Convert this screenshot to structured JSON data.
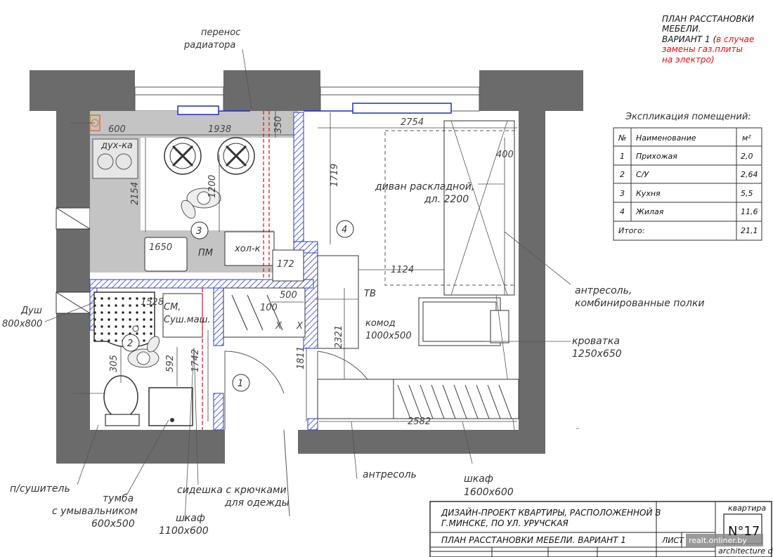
{
  "title": {
    "line1": "ПЛАН РАССТАНОВКИ",
    "line2": "МЕБЕЛИ.",
    "line3_prefix": "ВАРИАНТ 1 (",
    "line3_red": "в случае",
    "line4_red": "замены газ.плиты",
    "line5_red": "на электро)"
  },
  "explication": {
    "heading": "Экспликация помещений:",
    "col_no": "№",
    "col_name": "Наименование",
    "col_area": "м²",
    "rows": [
      {
        "no": "1",
        "name": "Прихожая",
        "area": "2,0"
      },
      {
        "no": "2",
        "name": "С/У",
        "area": "2,64"
      },
      {
        "no": "3",
        "name": "Кухня",
        "area": "5,5"
      },
      {
        "no": "4",
        "name": "Жилая",
        "area": "11,6"
      }
    ],
    "total_label": "Итого:",
    "total_area": "21,1"
  },
  "labels": {
    "radiator_1": "перенос",
    "radiator_2": "радиатора",
    "oven": "дух-ка",
    "fridge": "хол-к",
    "dishwasher": "ПМ",
    "washer_1": "СМ,",
    "washer_2": "Суш.маш.",
    "sofa_1": "диван раскладной,",
    "sofa_2": "дл. 2200",
    "tv": "ТВ",
    "dresser_1": "комод",
    "dresser_2": "1000х500",
    "mezz_1": "антресоль,",
    "mezz_2": "комбинированные полки",
    "crib_1": "кроватка",
    "crib_2": "1250х650",
    "shower_1": "Душ",
    "shower_2": "800х800",
    "dryer": "п/сушитель",
    "vanity_1": "тумба",
    "vanity_2": "с умывальником",
    "vanity_3": "600х500",
    "bench_1": "сидешка с крючками",
    "bench_2": "для одежды",
    "wardrobe_small_1": "шкаф",
    "wardrobe_small_2": "1100х600",
    "mezz_single": "антресоль",
    "wardrobe_big_1": "шкаф",
    "wardrobe_big_2": "1600х600"
  },
  "rooms": [
    "1",
    "2",
    "3",
    "4"
  ],
  "dimensions": {
    "d600": "600",
    "d1938": "1938",
    "d350": "350",
    "d2754": "2754",
    "d400": "400",
    "d2154": "2154",
    "d1200": "1200",
    "d1719": "1719",
    "d1650": "1650",
    "d172": "172",
    "d1124": "1124",
    "d1528": "1528",
    "d500": "500",
    "d100": "100",
    "d2321": "2321",
    "d305": "305",
    "d592": "592",
    "d1742": "1742",
    "d1811": "1811",
    "d2582": "2582"
  },
  "stamp": {
    "line1": "ДИЗАЙН-ПРОЕКТ КВАРТИРЫ, РАСПОЛОЖЕННОЙ В",
    "line2": "Г.МИНСКЕ, ПО УЛ. УРУЧСКАЯ",
    "line3": "ПЛАН РАССТАНОВКИ МЕБЕЛИ. ВАРИАНТ 1",
    "sheet": "ЛИСТ",
    "brand_top": "квартира",
    "brand_no": "N°17",
    "brand_bottom": "architecture design"
  },
  "watermark": "realt.onliner.by",
  "colors": {
    "wall": "#6b6b6b",
    "counter": "#c4c4c4",
    "red_text": "#e01010",
    "blue": "#1b2fbf",
    "hatch": "#2c3ecc"
  }
}
